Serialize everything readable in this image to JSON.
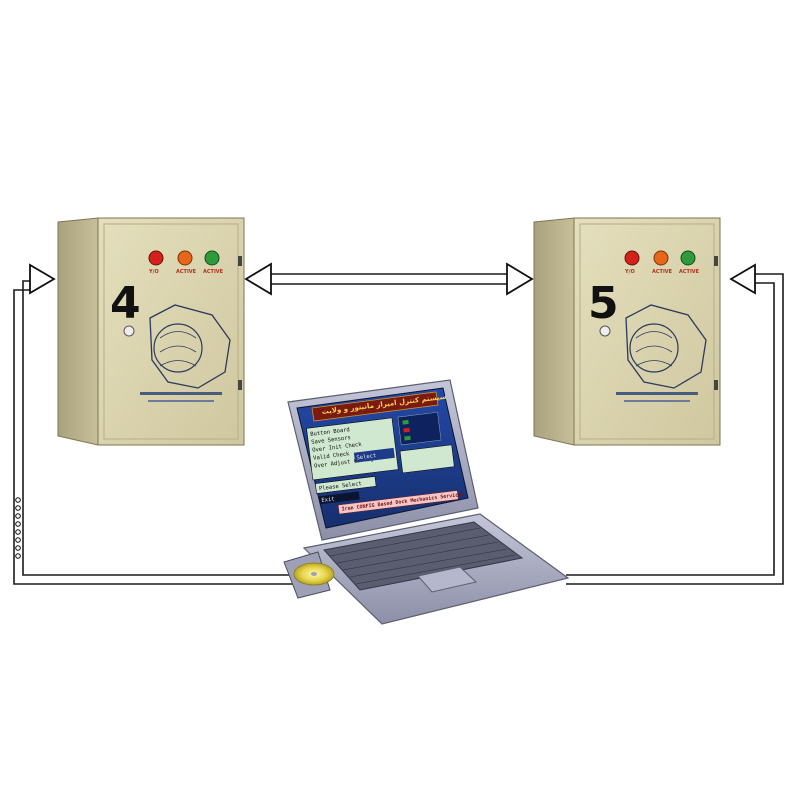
{
  "controllers": [
    {
      "id": "4",
      "number": "4",
      "lamps": [
        "red",
        "orange",
        "green"
      ],
      "lamp_labels": [
        "Y/O",
        "ACTIVE",
        "ACTIVE"
      ]
    },
    {
      "id": "5",
      "number": "5",
      "lamps": [
        "red",
        "orange",
        "green"
      ],
      "lamp_labels": [
        "Y/O",
        "ACTIVE",
        "ACTIVE"
      ]
    }
  ],
  "laptop": {
    "screen_title": "سیستم کنترل امیراز مانیتور و ولایت",
    "menu_items": [
      "Button Board",
      "Save Sensors",
      "Over Init Check",
      "Valid Check",
      "Over Adjust Config"
    ],
    "prompt": "Please Select",
    "select_label": "Select",
    "footer": "Iran CONFIG Based Dock Mechanics Services",
    "exit_label": "Exit"
  },
  "colors": {
    "box_body": "#d8d2ac",
    "box_side": "#b9b28e",
    "arrow_stroke": "#1a1a1a",
    "screen_bg": "#1e3a8a",
    "lamp_red": "#d2221b",
    "lamp_orange": "#e8661a",
    "lamp_green": "#2e9a3a"
  }
}
